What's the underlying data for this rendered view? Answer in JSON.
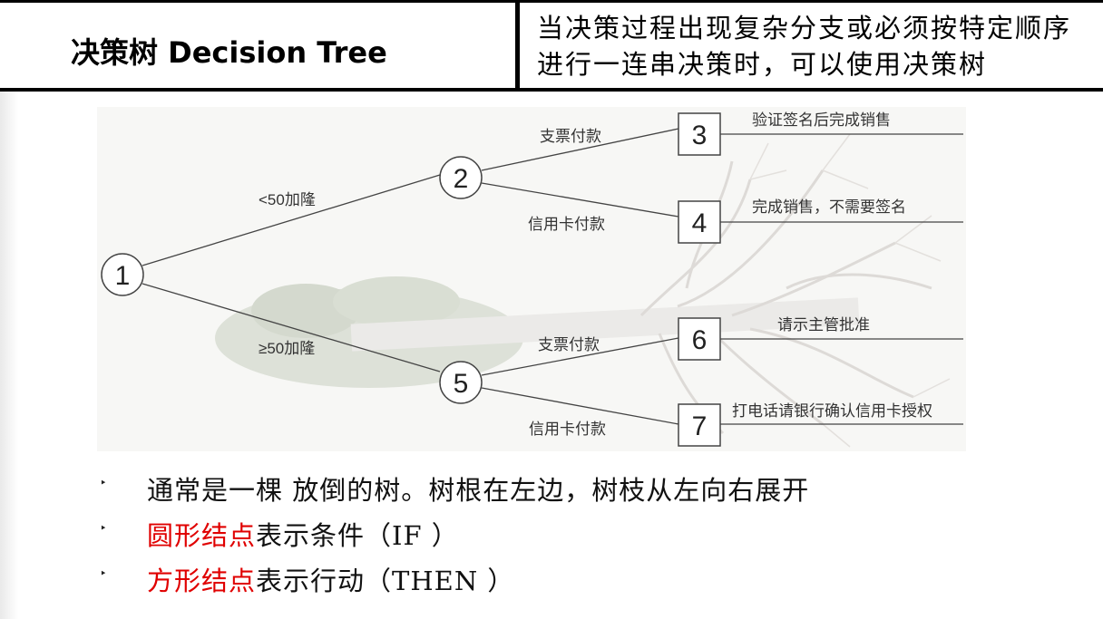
{
  "header": {
    "title": "决策树 Decision Tree",
    "description": "当决策过程出现复杂分支或必须按特定顺序进行一连串决策时，可以使用决策树"
  },
  "diagram": {
    "nodes": {
      "n1": "1",
      "n2": "2",
      "n3": "3",
      "n4": "4",
      "n5": "5",
      "n6": "6",
      "n7": "7"
    },
    "edges": {
      "lt50": "<50加隆",
      "ge50": "≥50加隆",
      "check_2_3": "支票付款",
      "card_2_4": "信用卡付款",
      "check_5_6": "支票付款",
      "card_5_7": "信用卡付款"
    },
    "actions": {
      "a3": "验证签名后完成销售",
      "a4": "完成销售，不需要签名",
      "a6": "请示主管批准",
      "a7": "打电话请银行确认信用卡授权"
    }
  },
  "bullets": {
    "marker": "‣",
    "b1": "通常是一棵 放倒的树。树根在左边，树枝从左向右展开",
    "b2_red": "圆形结点",
    "b2_rest": "表示条件（IF ）",
    "b3_red": "方形结点",
    "b3_rest": "表示行动（THEN ）"
  },
  "colors": {
    "accent_red": "#e00000",
    "line": "#444444"
  }
}
